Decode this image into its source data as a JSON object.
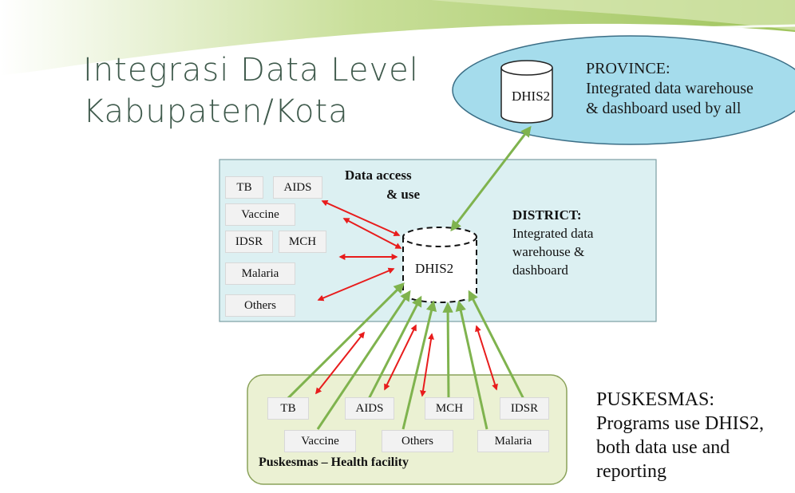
{
  "title": {
    "line1": "Integrasi Data Level",
    "line2": "Kabupaten/Kota"
  },
  "province": {
    "db_label": "DHIS2",
    "heading": "PROVINCE:",
    "line1": "Integrated data warehouse",
    "line2": "& dashboard used by all"
  },
  "district": {
    "db_label": "DHIS2",
    "data_access_line1": "Data access",
    "data_access_line2": "& use",
    "heading": "DISTRICT:",
    "line1": "Integrated data",
    "line2": "warehouse &",
    "line3": "dashboard",
    "programs": [
      "TB",
      "AIDS",
      "Vaccine",
      "IDSR",
      "MCH",
      "Malaria",
      "Others"
    ]
  },
  "facility": {
    "label": "Puskesmas – Health facility",
    "programs": [
      "TB",
      "AIDS",
      "MCH",
      "IDSR",
      "Vaccine",
      "Others",
      "Malaria"
    ]
  },
  "puskesmas_note": {
    "line1": "PUSKESMAS:",
    "line2": "Programs use DHIS2,",
    "line3": "both data use and",
    "line4": "reporting"
  },
  "colors": {
    "title": "#3f5a4c",
    "banner_green": "#a9cb6b",
    "province_fill": "#a5dcec",
    "district_fill": "#dcf0f2",
    "facility_fill": "#ebf1d3",
    "upload_arrow": "#7fb34e",
    "use_arrow": "#e81c1c"
  }
}
